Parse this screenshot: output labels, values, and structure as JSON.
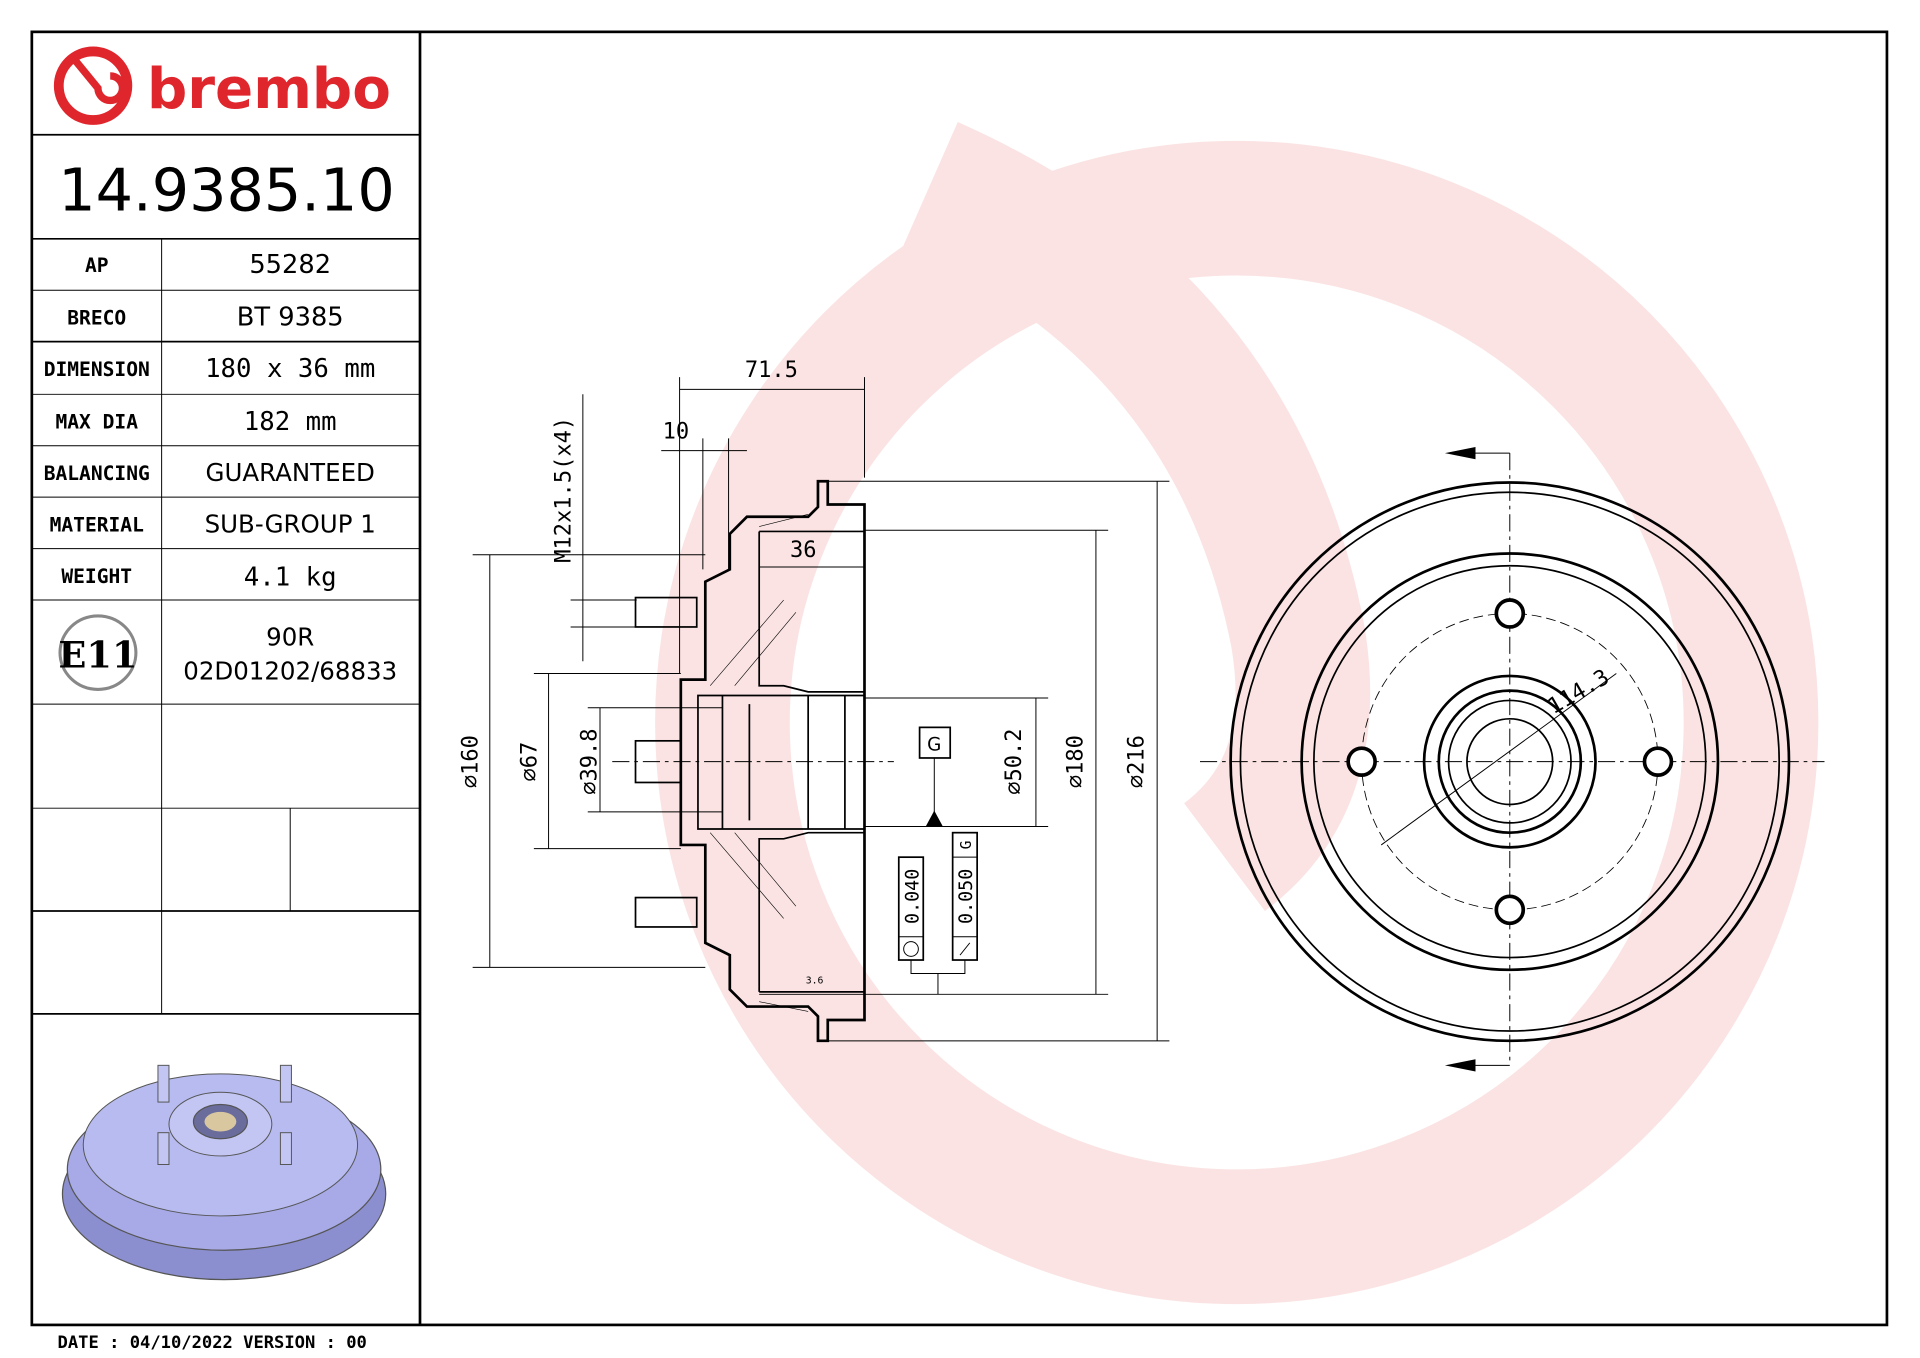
{
  "brand": {
    "name": "brembo",
    "color": "#e0262d",
    "watermark_color": "#fbe3e3"
  },
  "part_number": "14.9385.10",
  "specs": [
    {
      "label": "AP",
      "value": "55282"
    },
    {
      "label": "BRECO",
      "value": "BT 9385"
    },
    {
      "label": "DIMENSION",
      "value": "180 x 36 mm"
    },
    {
      "label": "MAX DIA",
      "value": "182 mm"
    },
    {
      "label": "BALANCING",
      "value": "GUARANTEED"
    },
    {
      "label": "MATERIAL",
      "value": "SUB-GROUP 1"
    },
    {
      "label": "WEIGHT",
      "value": "4.1 kg"
    }
  ],
  "homologation": {
    "mark": "E11",
    "line1": "90R",
    "line2": "02D01202/68833"
  },
  "footer": "DATE : 04/10/2022 VERSION : 00",
  "dimensions": {
    "overall_width": "71.5",
    "flange": "10",
    "thread": "M12x1.5(x4)",
    "drum_depth": "36",
    "d160": "⌀160",
    "d67": "⌀67",
    "d39_8": "⌀39.8",
    "d50_2": "⌀50.2",
    "d180": "⌀180",
    "d216": "⌀216",
    "pcd": "114.3",
    "datum": "G",
    "tol_roundness": "0.040",
    "tol_runout": "0.050",
    "tol_runout_ref": "G",
    "roughness": "3.6"
  }
}
